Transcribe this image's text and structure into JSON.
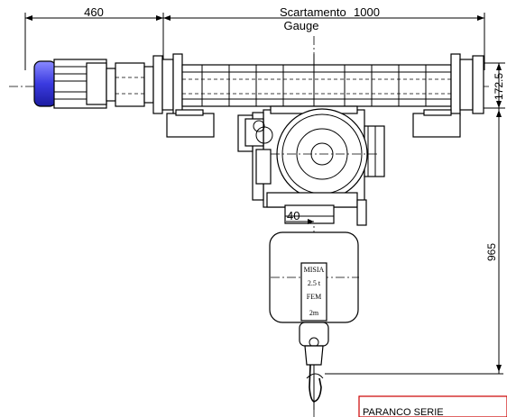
{
  "dimensions": {
    "motor_length": "460",
    "gauge_label_it": "Scartamento",
    "gauge_value": "1000",
    "gauge_label_en": "Gauge",
    "height_offset": "172.5",
    "hook_height": "965",
    "hook_offset": "40"
  },
  "nameplate": {
    "line1": "MISIA",
    "line2": "2.5 t",
    "line3": "FEM",
    "line4": "2m"
  },
  "title_block": {
    "heading": "PARANCO SERIE"
  },
  "colors": {
    "motor_cap": "#3a3ae0",
    "title_block_border": "#cc0000"
  }
}
